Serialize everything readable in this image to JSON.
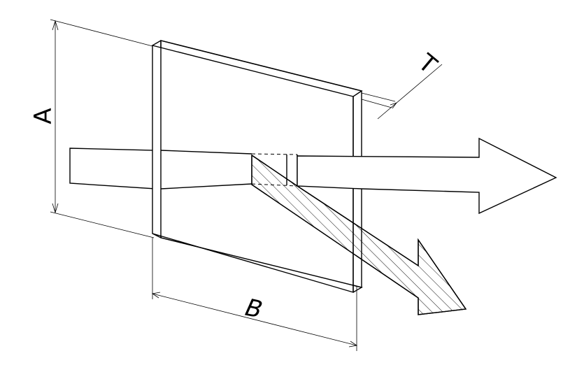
{
  "diagram": {
    "labels": {
      "height": "A",
      "width": "B",
      "thickness": "T"
    }
  }
}
